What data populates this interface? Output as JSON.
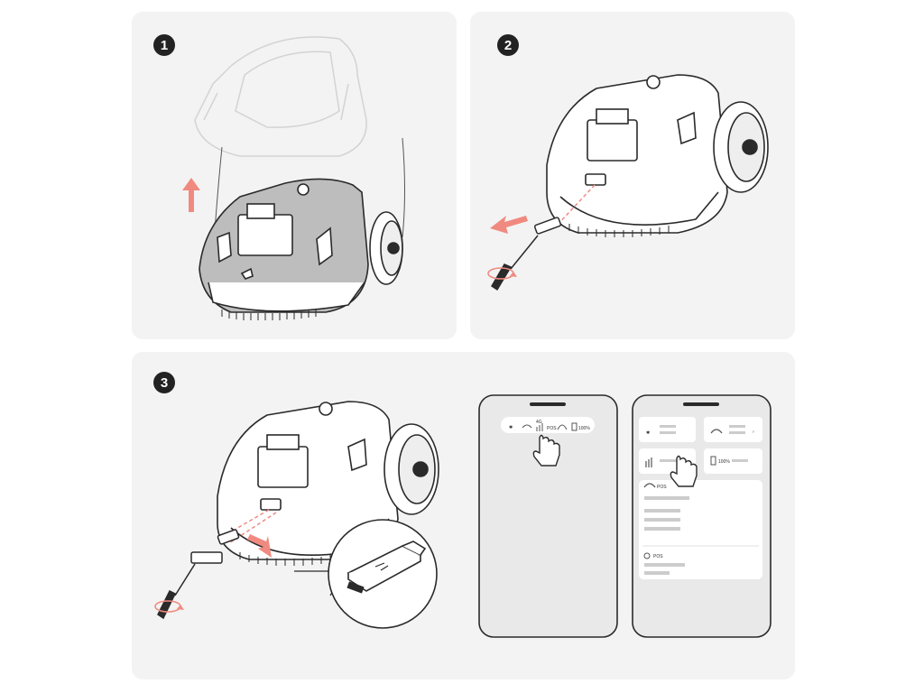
{
  "steps": [
    {
      "number": "1"
    },
    {
      "number": "2"
    },
    {
      "number": "3"
    }
  ],
  "phone_status": {
    "cell_label": "4G",
    "rtk_label": "POS",
    "battery_label": "100%"
  },
  "phone_panel": {
    "battery_label": "100%",
    "rtk_label": "POS",
    "pos_label": "POS"
  },
  "colors": {
    "arrow": "#f08a80",
    "panel_bg": "#f3f3f3",
    "line": "#2a2a2a"
  },
  "icons": [
    "arrow-up-icon",
    "arrow-left-icon",
    "rotate-icon",
    "hand-pointer-icon",
    "bluetooth-icon",
    "wifi-icon",
    "signal-icon",
    "battery-icon",
    "chevron-right-icon"
  ]
}
